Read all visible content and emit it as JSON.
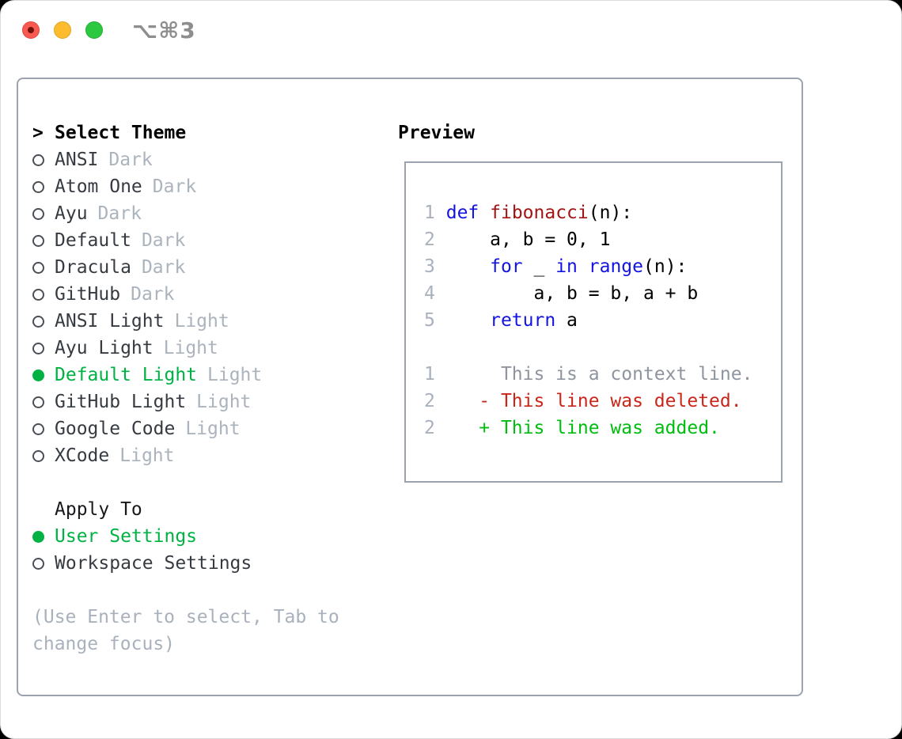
{
  "window": {
    "shortcut_label": "⌥⌘3",
    "traffic_lights": [
      "close",
      "minimize",
      "zoom"
    ]
  },
  "colors": {
    "accent_green": "#00b143",
    "keyword_blue": "#1414e0",
    "function_red": "#a31515",
    "deleted_red": "#c9261a",
    "added_green": "#00bd0f",
    "muted_gray": "#a9b1bc",
    "frame_border": "#9aa3ae",
    "traffic_red": "#f85a52",
    "traffic_yellow": "#fdbc2e",
    "traffic_green": "#2bc840"
  },
  "theme_selector": {
    "prompt_marker": ">",
    "title": "Select Theme",
    "items": [
      {
        "name": "ANSI",
        "variant": "Dark",
        "selected": false
      },
      {
        "name": "Atom One",
        "variant": "Dark",
        "selected": false
      },
      {
        "name": "Ayu",
        "variant": "Dark",
        "selected": false
      },
      {
        "name": "Default",
        "variant": "Dark",
        "selected": false
      },
      {
        "name": "Dracula",
        "variant": "Dark",
        "selected": false
      },
      {
        "name": "GitHub",
        "variant": "Dark",
        "selected": false
      },
      {
        "name": "ANSI Light",
        "variant": "Light",
        "selected": false
      },
      {
        "name": "Ayu Light",
        "variant": "Light",
        "selected": false
      },
      {
        "name": "Default Light",
        "variant": "Light",
        "selected": true
      },
      {
        "name": "GitHub Light",
        "variant": "Light",
        "selected": false
      },
      {
        "name": "Google Code",
        "variant": "Light",
        "selected": false
      },
      {
        "name": "XCode",
        "variant": "Light",
        "selected": false
      }
    ]
  },
  "apply_to": {
    "title": "Apply To",
    "options": [
      {
        "label": "User Settings",
        "selected": true
      },
      {
        "label": "Workspace Settings",
        "selected": false
      }
    ]
  },
  "hint": "(Use Enter to select, Tab to change focus)",
  "preview": {
    "title": "Preview",
    "lines": [
      [
        {
          "t": "1",
          "c": "ln"
        },
        {
          "t": " ",
          "c": "pl"
        },
        {
          "t": "def",
          "c": "kw"
        },
        {
          "t": " ",
          "c": "pl"
        },
        {
          "t": "fibonacci",
          "c": "fn"
        },
        {
          "t": "(n):",
          "c": "pl"
        }
      ],
      [
        {
          "t": "2",
          "c": "ln"
        },
        {
          "t": "     a, b = 0, 1",
          "c": "pl"
        }
      ],
      [
        {
          "t": "3",
          "c": "ln"
        },
        {
          "t": "     ",
          "c": "pl"
        },
        {
          "t": "for",
          "c": "kw"
        },
        {
          "t": " _ ",
          "c": "pl"
        },
        {
          "t": "in",
          "c": "kw"
        },
        {
          "t": " ",
          "c": "pl"
        },
        {
          "t": "range",
          "c": "kw"
        },
        {
          "t": "(n):",
          "c": "pl"
        }
      ],
      [
        {
          "t": "4",
          "c": "ln"
        },
        {
          "t": "         a, b = b, a + b",
          "c": "pl"
        }
      ],
      [
        {
          "t": "5",
          "c": "ln"
        },
        {
          "t": "     ",
          "c": "pl"
        },
        {
          "t": "return",
          "c": "kw"
        },
        {
          "t": " a",
          "c": "pl"
        }
      ],
      [],
      [
        {
          "t": "1",
          "c": "ln"
        },
        {
          "t": "      This is a context line.",
          "c": "ctx"
        }
      ],
      [
        {
          "t": "2",
          "c": "ln"
        },
        {
          "t": "    - This line was deleted.",
          "c": "del"
        }
      ],
      [
        {
          "t": "2",
          "c": "ln"
        },
        {
          "t": "    + This line was added.",
          "c": "add"
        }
      ]
    ]
  }
}
